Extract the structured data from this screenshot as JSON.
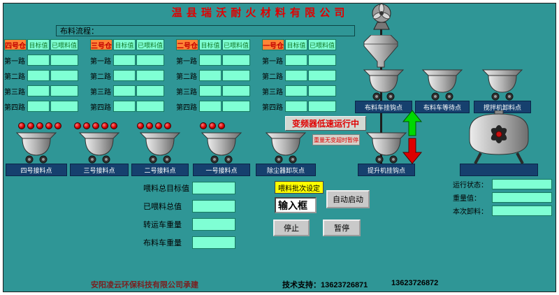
{
  "header": {
    "title": "温 县 瑞 沃 耐 火 材 料 有 限 公 司",
    "flow_label": "布料流程："
  },
  "silos": [
    {
      "name": "四号仓",
      "col_target": "目标值",
      "col_fed": "已喂料值",
      "rows": [
        {
          "label": "第一路",
          "target": "",
          "fed": ""
        },
        {
          "label": "第二路",
          "target": "",
          "fed": ""
        },
        {
          "label": "第三路",
          "target": "",
          "fed": ""
        },
        {
          "label": "第四路",
          "target": "",
          "fed": ""
        }
      ]
    },
    {
      "name": "三号仓",
      "col_target": "目标值",
      "col_fed": "已喂料值",
      "rows": [
        {
          "label": "第一路",
          "target": "",
          "fed": ""
        },
        {
          "label": "第二路",
          "target": "",
          "fed": ""
        },
        {
          "label": "第三路",
          "target": "",
          "fed": ""
        },
        {
          "label": "第四路",
          "target": "",
          "fed": ""
        }
      ]
    },
    {
      "name": "二号仓",
      "col_target": "目标值",
      "col_fed": "已喂料值",
      "rows": [
        {
          "label": "第一路",
          "target": "",
          "fed": ""
        },
        {
          "label": "第二路",
          "target": "",
          "fed": ""
        },
        {
          "label": "第三路",
          "target": "",
          "fed": ""
        },
        {
          "label": "第四路",
          "target": "",
          "fed": ""
        }
      ]
    },
    {
      "name": "一号仓",
      "col_target": "目标值",
      "col_fed": "已喂料值",
      "rows": [
        {
          "label": "第一路",
          "target": "",
          "fed": ""
        },
        {
          "label": "第二路",
          "target": "",
          "fed": ""
        },
        {
          "label": "第三路",
          "target": "",
          "fed": ""
        },
        {
          "label": "第四路",
          "target": "",
          "fed": ""
        }
      ]
    }
  ],
  "top_stations": [
    {
      "label": "布料车挂钩点"
    },
    {
      "label": "布料车等待点"
    },
    {
      "label": "搅拌机卸料点"
    }
  ],
  "bottom_stations": [
    {
      "label": "四号接料点"
    },
    {
      "label": "三号接料点"
    },
    {
      "label": "二号接料点"
    },
    {
      "label": "一号接料点"
    },
    {
      "label": "除尘器卸灰点"
    },
    {
      "label": "提升机挂钩点"
    }
  ],
  "alarms": {
    "banner": "变频器低速运行中",
    "sub": "重量无变超时暂停"
  },
  "totals": [
    {
      "label": "喂料总目标值",
      "value": ""
    },
    {
      "label": "已喂料总值",
      "value": ""
    },
    {
      "label": "转运车重量",
      "value": ""
    },
    {
      "label": "布料车重量",
      "value": ""
    }
  ],
  "controls": {
    "batch_label": "喂料批次设定",
    "input_value": "输入框",
    "auto_start": "自动启动",
    "stop": "停止",
    "pause": "暂停"
  },
  "status": [
    {
      "label": "运行状态：",
      "value": ""
    },
    {
      "label": "重量值：",
      "value": ""
    },
    {
      "label": "本次卸料：",
      "value": ""
    }
  ],
  "footer": {
    "builder": "安阳凌云环保科技有限公司承建",
    "support": "技术支持：13623726871",
    "phone2": "13623726872"
  },
  "colors": {
    "background": "#2F9696",
    "cell_green": "#7FFFD4",
    "header_orange": "#FF8536",
    "platform_navy": "#16406E",
    "title_red": "#E00000",
    "arrow_green": "#00D800",
    "arrow_red": "#DD0000"
  }
}
